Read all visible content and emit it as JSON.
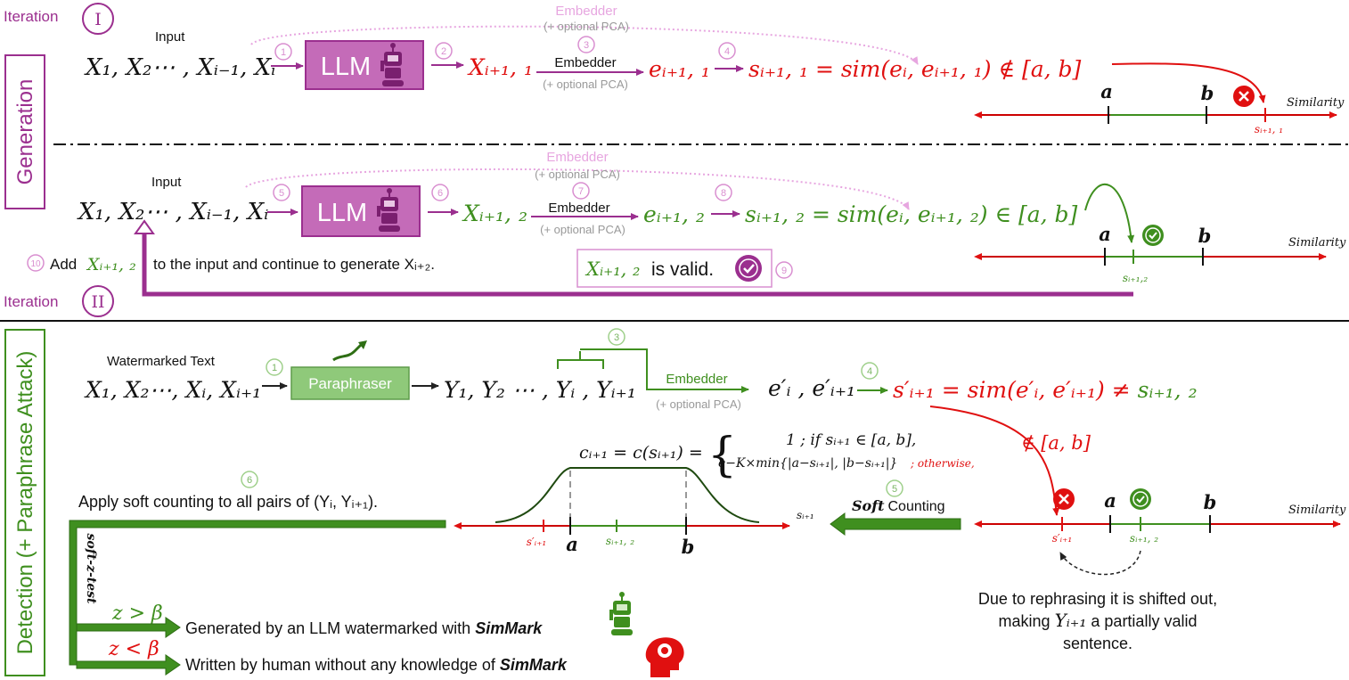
{
  "colors": {
    "purple": "#9b2f8f",
    "purple_fill": "#c46bb8",
    "light_purple": "#e7a6e0",
    "red": "#e01010",
    "green": "#3f8f1f",
    "dark_green": "#2e6e14",
    "gray": "#8a8a8a",
    "paraphraser_fill": "#8fc97a"
  },
  "section_labels": {
    "generation": "Generation",
    "detection": "Detection (+ Paraphrase Attack)"
  },
  "iteration1": {
    "label": "Iteration",
    "numeral": "I",
    "input_label": "Input",
    "input_seq": "X₁, X₂⋯ , Xᵢ₋₁, Xᵢ",
    "llm_label": "LLM",
    "robot_icon": "robot-icon",
    "step1": "1",
    "step2": "2",
    "step3": "3",
    "step4": "4",
    "embedder_top": "Embedder",
    "pca_top": "(+ optional PCA)",
    "embedder_mid": "Embedder",
    "pca_mid": "(+ optional PCA)",
    "x_next": "Xᵢ₊₁, ₁",
    "e_next": "eᵢ₊₁, ₁",
    "sim_eq": "sᵢ₊₁, ₁ = sim(eᵢ, eᵢ₊₁, ₁) ∉ [a, b]",
    "axis_a": "a",
    "axis_b": "b",
    "axis_title": "Similarity",
    "axis_point": "sᵢ₊₁, ₁"
  },
  "iteration2": {
    "label": "Iteration",
    "numeral": "II",
    "input_label": "Input",
    "input_seq": "X₁, X₂⋯ , Xᵢ₋₁, Xᵢ",
    "llm_label": "LLM",
    "step5": "5",
    "step6": "6",
    "step7": "7",
    "step8": "8",
    "step9": "9",
    "step10": "10",
    "embedder_top": "Embedder",
    "pca_top": "(+ optional PCA)",
    "embedder_mid": "Embedder",
    "pca_mid": "(+ optional PCA)",
    "x_next": "Xᵢ₊₁, ₂",
    "e_next": "eᵢ₊₁, ₂",
    "sim_eq": "sᵢ₊₁, ₂ = sim(eᵢ, eᵢ₊₁, ₂) ∈ [a, b]",
    "axis_a": "a",
    "axis_b": "b",
    "axis_title": "Similarity",
    "axis_point": "sᵢ₊₁,₂",
    "add_prefix": "Add",
    "add_var": "Xᵢ₊₁, ₂",
    "add_suffix": "to the input and continue to generate Xᵢ₊₂.",
    "valid_var": "Xᵢ₊₁, ₂",
    "valid_text": "is valid."
  },
  "detection": {
    "watermarked_label": "Watermarked Text",
    "input_seq": "X₁, X₂⋯, Xᵢ, Xᵢ₊₁",
    "paraphraser_label": "Paraphraser",
    "y_seq": "Y₁, Y₂ ⋯ , Yᵢ , Yᵢ₊₁",
    "step1": "1",
    "step3": "3",
    "step4": "4",
    "step5": "5",
    "step6": "6",
    "embedder": "Embedder",
    "pca": "(+ optional PCA)",
    "e_pair": "e′ᵢ , e′ᵢ₊₁",
    "sim_eq_lhs": "s′ᵢ₊₁ = sim(e′ᵢ, e′ᵢ₊₁) ≠ ",
    "sim_eq_rhs": "sᵢ₊₁, ₂",
    "not_in": "∉ [a, b]",
    "formula_lhs": "cᵢ₊₁ = c(sᵢ₊₁) =",
    "formula_case1": "1 ; if sᵢ₊₁ ∈ [a, b],",
    "formula_case2": "e−K×min{|a−sᵢ₊₁|, |b−sᵢ₊₁|}",
    "formula_case2_cond": "; otherwise,",
    "soft_bold": "Soft",
    "soft_rest": "Counting",
    "apply_text": "Apply soft counting to all pairs of (Yᵢ, Yᵢ₊₁).",
    "soft_z_test": "soft-z-test",
    "z_gt": "z > β",
    "z_lt": "z < β",
    "gen_prefix": "Generated by an LLM watermarked with",
    "human_prefix": "Written by human without any knowledge of",
    "simmark": "SimMark",
    "curve_axis_label": "sᵢ₊₁",
    "curve_s_prime": "s′ᵢ₊₁",
    "curve_a": "a",
    "curve_b": "b",
    "curve_s2": "sᵢ₊₁, ₂",
    "axis_a": "a",
    "axis_b": "b",
    "axis_title": "Similarity",
    "axis_s_prime": "s′ᵢ₊₁",
    "axis_s2": "sᵢ₊₁, ₂",
    "shift_note_1": "Due to rephrasing it is shifted out,",
    "shift_note_2_prefix": "making",
    "shift_note_2_var": "Yᵢ₊₁",
    "shift_note_2_suffix": "a partially valid",
    "shift_note_3": "sentence.",
    "robot_icon": "robot-icon",
    "brain_icon": "human-brain-icon"
  }
}
